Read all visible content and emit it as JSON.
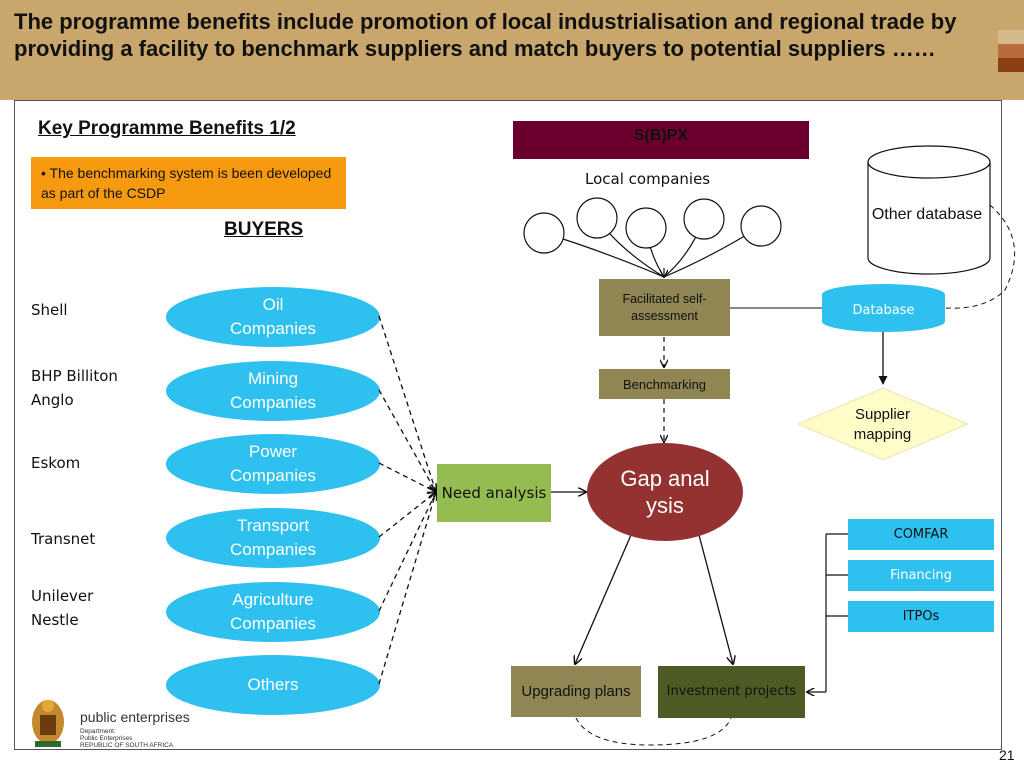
{
  "header": {
    "title": "The programme benefits include promotion of local industrialisation and regional trade by providing a facility to benchmark suppliers and match buyers to potential suppliers ……",
    "stripe_colors": [
      "#d4b98a",
      "#b86b3c",
      "#8a3f14"
    ]
  },
  "subtitle": "Key Programme Benefits 1/2",
  "bullet": "• The benchmarking system is been developed as part of the CSDP",
  "buyers_heading": "BUYERS",
  "buyers": [
    {
      "name": "Shell",
      "category": "Oil\nCompanies"
    },
    {
      "name": "BHP Billiton\nAnglo",
      "category": "Mining\nCompanies"
    },
    {
      "name": "Eskom",
      "category": "Power\nCompanies"
    },
    {
      "name": "Transnet",
      "category": "Transport\nCompanies"
    },
    {
      "name": "Unilever\nNestle",
      "category": "Agriculture\nCompanies"
    },
    {
      "name": "",
      "category": "Others"
    }
  ],
  "flow": {
    "sbpx": "S(B)PX",
    "local_companies": "Local companies",
    "need_analysis": "Need analysis",
    "facilitated": "Facilitated self-assessment",
    "benchmarking": "Benchmarking",
    "gap_analysis": "Gap analysis",
    "upgrading_plans": "Upgrading plans",
    "investment_projects": "Investment projects",
    "database": "Database",
    "other_database": "Other database",
    "supplier_mapping": "Supplier mapping"
  },
  "support": [
    {
      "label": "COMFAR",
      "color": "#111111"
    },
    {
      "label": "Financing",
      "color": "#ffffff"
    },
    {
      "label": "ITPOs",
      "color": "#111111"
    }
  ],
  "colors": {
    "header": "#c9a66b",
    "ellipse": "#2ec0ee",
    "gap": "#943232",
    "olive": "#8f8654",
    "sbpx": "#6b0030",
    "bullet": "#f79a10"
  },
  "logo": {
    "name": "public enterprises",
    "sub": "Department:\nPublic Enterprises\nREPUBLIC OF SOUTH AFRICA"
  },
  "page_number": "21"
}
